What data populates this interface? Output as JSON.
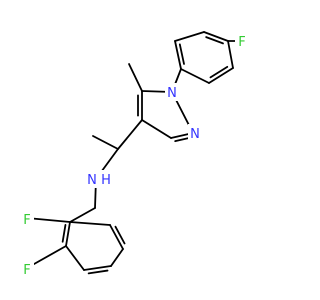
{
  "molecule": {
    "atoms": {
      "f_top": {
        "symbol": "F",
        "color": "#33cc33"
      },
      "n1": {
        "symbol": "N",
        "color": "#3333ff"
      },
      "n2": {
        "symbol": "N",
        "color": "#3333ff"
      },
      "nh": {
        "symbol": "N",
        "color": "#3333ff"
      },
      "h_nh": {
        "symbol": "H",
        "color": "#3333ff"
      },
      "f_bot1": {
        "symbol": "F",
        "color": "#33cc33"
      },
      "f_bot2": {
        "symbol": "F",
        "color": "#33cc33"
      }
    },
    "bond_color": "#000000"
  }
}
